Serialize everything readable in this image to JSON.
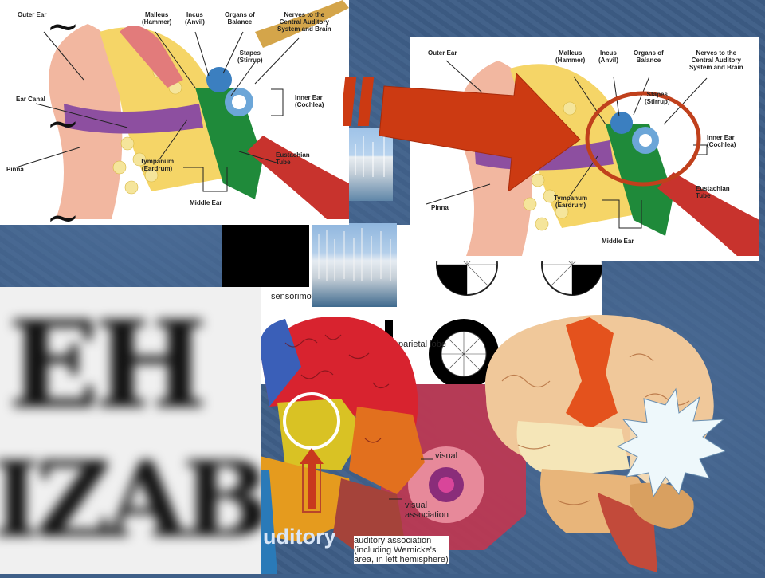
{
  "ear_left": {
    "labels": {
      "outer_ear": "Outer Ear",
      "malleus": "Malleus\n(Hammer)",
      "incus": "Incus\n(Anvil)",
      "organs_balance": "Organs of\nBalance",
      "nerves": "Nerves to the\nCentral Auditory\nSystem and Brain",
      "stapes": "Stapes\n(Stirrup)",
      "inner_ear": "Inner Ear\n(Cochlea)",
      "ear_canal": "Ear Canal",
      "eustachian": "Eustachian\nTube",
      "pinna": "Pinna",
      "tympanum": "Tympanum\n(Eardrum)",
      "middle_ear": "Middle Ear"
    },
    "tilde": "~"
  },
  "ear_right": {
    "labels": {
      "outer_ear": "Outer Ear",
      "malleus": "Malleus\n(Hammer)",
      "incus": "Incus\n(Anvil)",
      "organs_balance": "Organs of\nBalance",
      "nerves": "Nerves to the\nCentral Auditory\nSystem and Brain",
      "stapes": "Stapes\n(Stirrup)",
      "inner_ear": "Inner Ear\n(Cochlea)",
      "eustachian": "Eustachian\nTube",
      "pinna": "Pinna",
      "tympanum": "Tympanum\n(Eardrum)",
      "middle_ear": "Middle Ear"
    }
  },
  "brain_diagram": {
    "sensorimotor": "sensorimotor area",
    "parietal": "parietal lobe",
    "visual": "visual",
    "visual_association": "visual\nassociation",
    "auditory_association": "auditory association\n(including Wernicke's\narea, in left hemisphere)"
  },
  "overlay_text": "uditory",
  "colors": {
    "arrow": "#cc3a12",
    "circle": "#c0401c",
    "background": "#3d5d86",
    "starburst": "#eef8fb"
  }
}
